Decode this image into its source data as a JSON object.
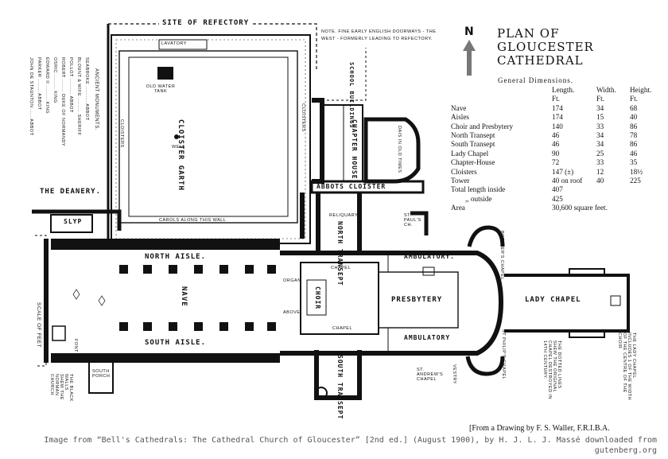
{
  "title_lines": [
    "PLAN OF",
    "GLOUCESTER",
    "CATHEDRAL"
  ],
  "north_label": "N",
  "general_dimensions_heading": "General Dimensions.",
  "dimension_headers": {
    "length": "Length.",
    "width": "Width.",
    "height": "Height."
  },
  "units": {
    "length": "Ft.",
    "width": "Ft.",
    "height": "Ft."
  },
  "dimensions": [
    {
      "name": "Nave",
      "length": "174",
      "width": "34",
      "height": "68"
    },
    {
      "name": "Aisles",
      "length": "174",
      "width": "15",
      "height": "40"
    },
    {
      "name": "Choir and Presbytery",
      "length": "140",
      "width": "33",
      "height": "86"
    },
    {
      "name": "North Transept",
      "length": "46",
      "width": "34",
      "height": "78"
    },
    {
      "name": "South Transept",
      "length": "46",
      "width": "34",
      "height": "86"
    },
    {
      "name": "Lady Chapel",
      "length": "90",
      "width": "25",
      "height": "46"
    },
    {
      "name": "Chapter-House",
      "length": "72",
      "width": "33",
      "height": "35"
    },
    {
      "name": "Cloisters",
      "length": "147 (±)",
      "width": "12",
      "height": "18½"
    },
    {
      "name": "Tower",
      "length": "40 on roof",
      "width": "40",
      "height": "225"
    },
    {
      "name": "Total length inside",
      "length": "407",
      "width": "",
      "height": ""
    },
    {
      "name": ",,  outside",
      "length": "425",
      "width": "",
      "height": ""
    },
    {
      "name": "Area",
      "length": "30,600 square feet.",
      "width": "",
      "height": ""
    }
  ],
  "plan_labels": {
    "refectory": "SITE OF REFECTORY",
    "note": "NOTE. FINE EARLY ENGLISH DOORWAYS - THE WEST - FORMERLY LEADING TO REFECTORY.",
    "lavatory": "LAVATORY",
    "water_tank": "OLD WATER TANK",
    "well": "WELL",
    "cloister_garth": "CLOISTER GARTH",
    "carols": "CAROLS ALONG THIS WALL",
    "cloisters_w": "CLOISTERS",
    "cloisters_e": "CLOISTERS",
    "school_buildings": "SCHOOL BUILDINGS",
    "chapter_house": "CHAPTER HOUSE",
    "dais": "DAIS IN OLD TIMES",
    "abbots_cloister": "ABBOTS CLOISTER",
    "deanery": "THE DEANERY.",
    "slype": "SLYP",
    "reliquary": "RELIQUARY",
    "north_transept": "NORTH TRANSEPT",
    "st_pauls": "ST. PAUL'S CH.",
    "boteler": "BOTELER'S CHAPEL",
    "north_aisle": "NORTH AISLE.",
    "nave": "NAVE",
    "south_aisle": "SOUTH AISLE.",
    "organ": "ORGAN",
    "above": "ABOVE",
    "choir": "CHOIR",
    "chapel_n": "CHAPEL",
    "chapel_s": "CHAPEL",
    "ambulatory_n": "AMBULATORY.",
    "ambulatory_s": "AMBULATORY",
    "presbytery": "PRESBYTERY",
    "lady_chapel": "LADY CHAPEL",
    "st_philips": "ST PHILIP'S CHAPEL",
    "south_transept": "SOUTH TRANSEPT",
    "st_andrews": "ST. ANDREW'S CHAPEL",
    "vestry": "VESTRY",
    "font": "FONT",
    "south_porch": "SOUTH PORCH",
    "norman_wall": "THE BLACK WALLS SHEW THE NORMAN CHURCH",
    "dotted_lines": "THE DOTTED LINES SHEW THE ORIGINAL CHAPEL DESTROYED IN 14TH CENTURY.",
    "lady_chapel_note": "THE LADY CHAPEL INCLUDES 1 OF THE WIDTH OF THE CENTRE OF THE CHOIR",
    "scale": "SCALE OF FEET",
    "ancient_monuments": "ANCIENT MONUMENTS.",
    "monuments": [
      "SEABROKE .......... ABBOT",
      "BLOUNT & WIFE ......... SHERIFF",
      "POLLOT .......... ABBOT",
      "ROBERT ........ DUKE OF NORMANDY",
      "OSRIC ......... KING",
      "EDWARD II ......... KING",
      "PARKER ........ ABBOT",
      "JOHN DE STAUNTON ..... ABBOT"
    ]
  },
  "credit": "[From a Drawing by F. S. Waller, F.R.I.B.A.",
  "source": "Image from “Bell's Cathedrals: The Cathedral Church of Gloucester” [2nd ed.] (August 1900), by H. J. L. J. Massé downloaded from gutenberg.org"
}
